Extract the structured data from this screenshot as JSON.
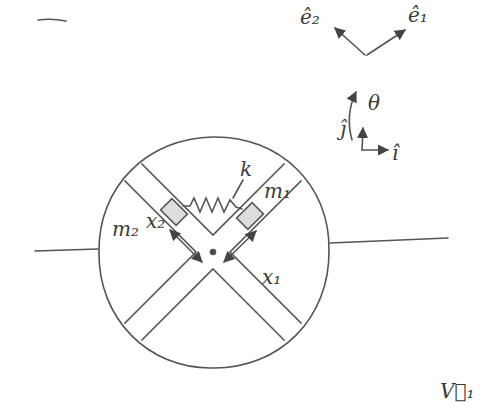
{
  "diagram": {
    "labels": [
      "ê₂",
      "ê₁",
      "θ",
      "ĵ",
      "î",
      "k",
      "m₁",
      "m₂",
      "x₁",
      "x₂",
      "V⃗₁"
    ]
  }
}
